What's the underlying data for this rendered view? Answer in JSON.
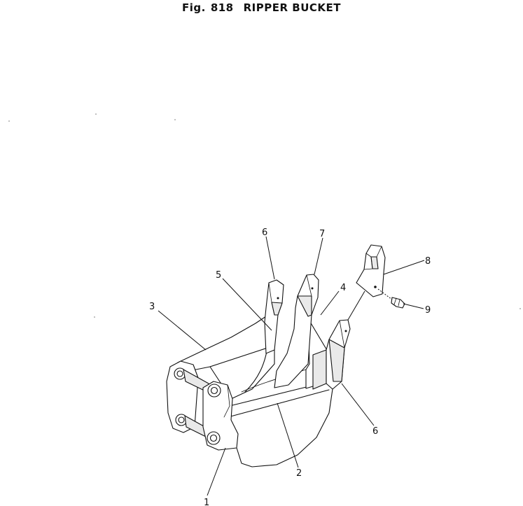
{
  "figure": {
    "title_prefix": "Fig.",
    "number": "818",
    "name": "RIPPER BUCKET"
  },
  "callouts": [
    {
      "id": "1",
      "label": "1"
    },
    {
      "id": "2",
      "label": "2"
    },
    {
      "id": "3",
      "label": "3"
    },
    {
      "id": "4",
      "label": "4"
    },
    {
      "id": "5",
      "label": "5"
    },
    {
      "id": "6a",
      "label": "6"
    },
    {
      "id": "6b",
      "label": "6"
    },
    {
      "id": "7",
      "label": "7"
    },
    {
      "id": "8",
      "label": "8"
    },
    {
      "id": "9",
      "label": "9"
    }
  ],
  "colors": {
    "ink": "#111111",
    "paper": "#ffffff"
  }
}
